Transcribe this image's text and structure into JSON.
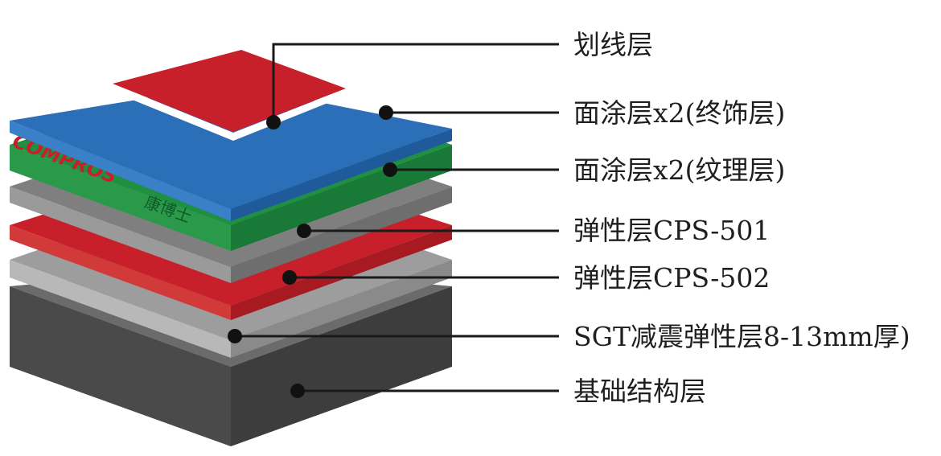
{
  "layers": [
    {
      "id": "marking",
      "label": "划线层",
      "color": "#c8202a"
    },
    {
      "id": "topcoat",
      "label": "面涂层x2(终饰层)",
      "color": "#2b6fb8"
    },
    {
      "id": "texture",
      "label": "面涂层x2(纹理层)",
      "color": "#1f8f42"
    },
    {
      "id": "cps501",
      "label": "弹性层CPS-501",
      "color": "#838383"
    },
    {
      "id": "cps502",
      "label": "弹性层CPS-502",
      "color": "#c8202a"
    },
    {
      "id": "sgt",
      "label": "SGT减震弹性层8-13mm厚)",
      "color": "#a8a8a8"
    },
    {
      "id": "base",
      "label": "基础结构层",
      "color": "#555555"
    }
  ],
  "brand": {
    "name": "COMPROS",
    "name_cn": "康博士",
    "color": "#c8202a"
  }
}
